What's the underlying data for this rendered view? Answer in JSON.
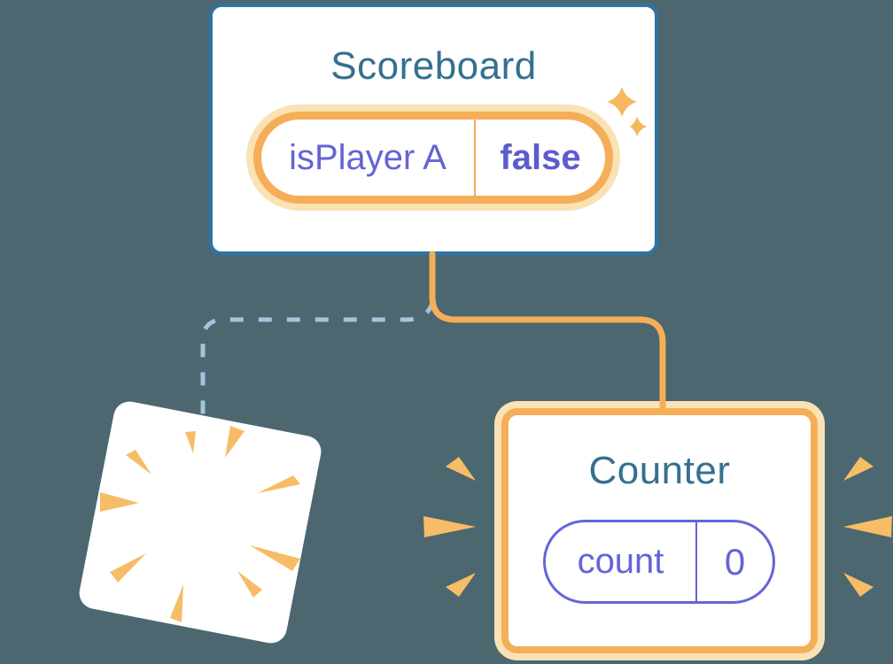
{
  "scoreboard": {
    "title": "Scoreboard",
    "state_key": "isPlayer A",
    "state_value": "false"
  },
  "counter": {
    "title": "Counter",
    "state_key": "count",
    "state_value": "0"
  },
  "icons": {
    "sparkles": "sparkle-icon",
    "destroy_burst": "poof-burst-icon",
    "highlight_burst": "emphasis-burst-icon"
  },
  "colors": {
    "background": "#4C6770",
    "card_fill": "#FFFFFF",
    "card_border_blue": "#2E74A6",
    "title_text": "#35708F",
    "state_text_purple": "#6464D6",
    "counter_pill_border": "#6565D8",
    "orange_main": "#F5AE58",
    "orange_halo": "#FBE2B5",
    "orange_burst": "#F7BC66",
    "dashed_connector": "#A6C3DE"
  }
}
